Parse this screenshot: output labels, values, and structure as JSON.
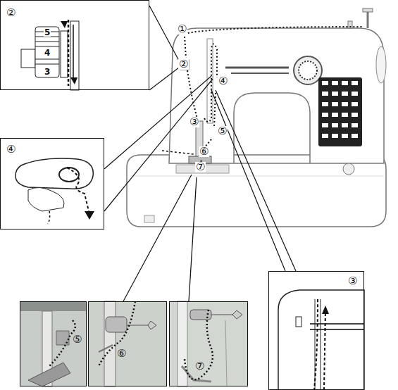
{
  "diagram": {
    "nodes": [
      {
        "text": [
          "②"
        ]
      },
      {
        "text": [
          "④"
        ]
      },
      {
        "text": [
          "⑤"
        ]
      },
      {
        "text": [
          "⑥"
        ]
      },
      {
        "text": [
          "⑦"
        ]
      },
      {
        "text": [
          "③"
        ]
      }
    ],
    "labels": [
      "①",
      "②",
      "④",
      "③",
      "⑤",
      "⑥",
      "⑦",
      "5",
      "4",
      "3"
    ]
  }
}
